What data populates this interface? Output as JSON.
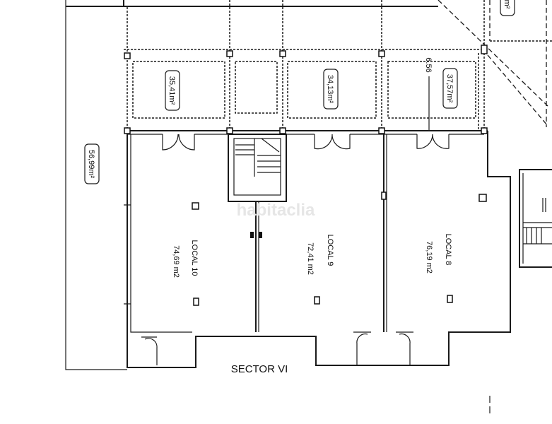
{
  "plan": {
    "parking_areas": [
      "35,41m²",
      "34,13m²",
      "37,57m²",
      "m²"
    ],
    "side_area": "56,99m²",
    "dimension": "6.56",
    "units": [
      {
        "name": "LOCAL 10",
        "area": "74,69 m2"
      },
      {
        "name": "LOCAL 9",
        "area": "72,41 m2"
      },
      {
        "name": "LOCAL 8",
        "area": "76,19 m2"
      }
    ],
    "sector": "SECTOR VI",
    "watermark": "habitaclia"
  }
}
